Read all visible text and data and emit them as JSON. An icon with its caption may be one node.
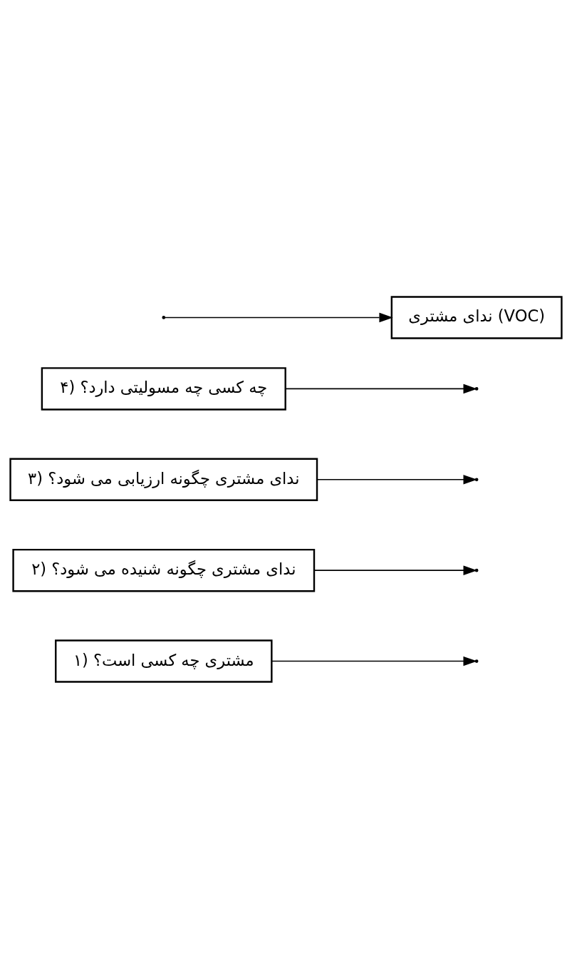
{
  "diagram": {
    "nodes": [
      {
        "text": [
          "۱) مشتری چه کسی است؟"
        ]
      },
      {
        "text": [
          "۲) ندای مشتری چگونه شنیده می شود؟"
        ]
      },
      {
        "text": [
          "۳) ندای مشتری چگونه ارزیابی می شود؟"
        ]
      },
      {
        "text": [
          "۴) چه کسی چه مسولیتی دارد؟"
        ]
      },
      {
        "text": [
          "ندای مشتری (VOC)"
        ]
      }
    ],
    "edges": [
      {
        "from": null,
        "to": 4,
        "arrow": "to"
      },
      {
        "from": 0,
        "to": null,
        "arrow": "to"
      },
      {
        "from": 1,
        "to": null,
        "arrow": "to"
      },
      {
        "from": 2,
        "to": null,
        "arrow": "to"
      },
      {
        "from": 3,
        "to": null,
        "arrow": "to"
      }
    ]
  }
}
